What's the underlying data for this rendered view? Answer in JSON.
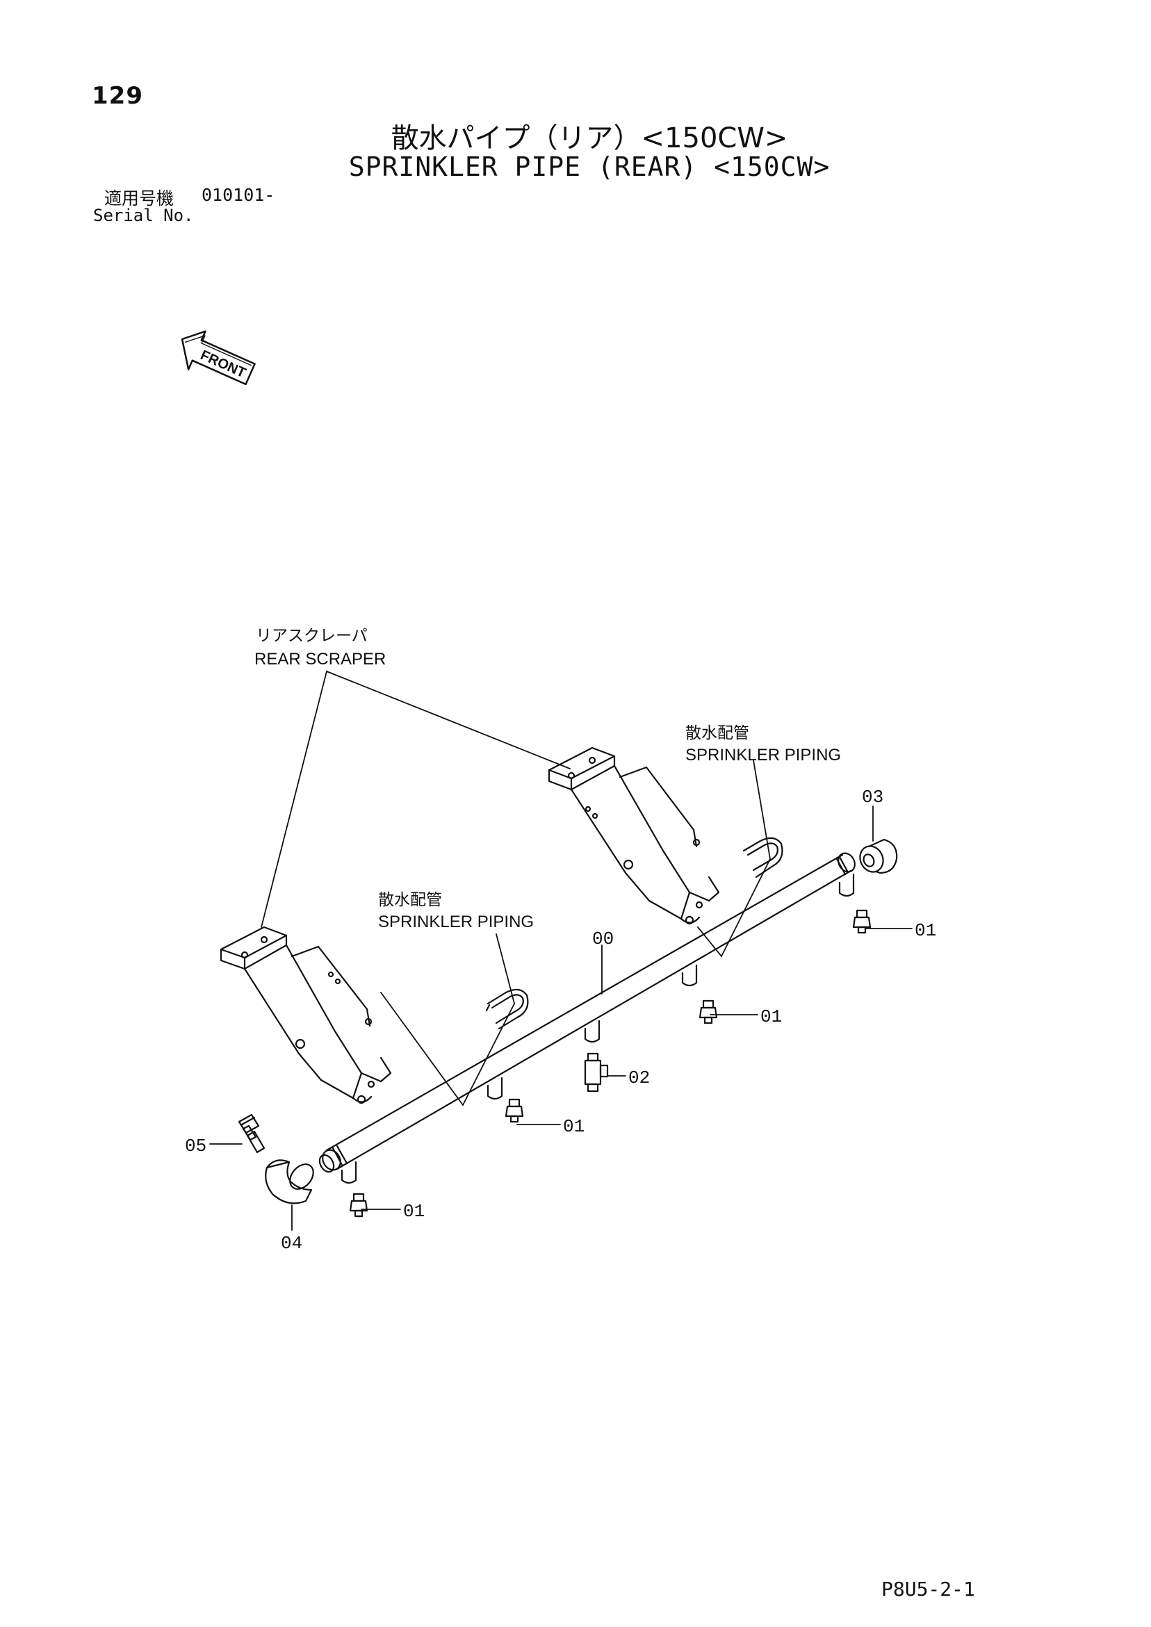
{
  "header": {
    "page_number": "129",
    "title_jp": "散水パイプ（リア）<150CW>",
    "title_en": "SPRINKLER PIPE (REAR) <150CW>",
    "serial_label_jp": "適用号機",
    "serial_value": "010101-",
    "serial_label_en": "Serial No."
  },
  "front_marker": {
    "label": "FRONT",
    "icon": "front-arrow-icon"
  },
  "callouts": {
    "rear_scraper_jp": "リアスクレーパ",
    "rear_scraper_en": "REAR SCRAPER",
    "sprinkler_piping_right_jp": "散水配管",
    "sprinkler_piping_right_en": "SPRINKLER PIPING",
    "sprinkler_piping_left_jp": "散水配管",
    "sprinkler_piping_left_en": "SPRINKLER PIPING"
  },
  "part_numbers": {
    "p00": "00",
    "p01_a": "01",
    "p01_b": "01",
    "p01_c": "01",
    "p01_d": "01",
    "p02": "02",
    "p03": "03",
    "p04": "04",
    "p05": "05"
  },
  "footer": {
    "code": "P8U5-2-1"
  }
}
